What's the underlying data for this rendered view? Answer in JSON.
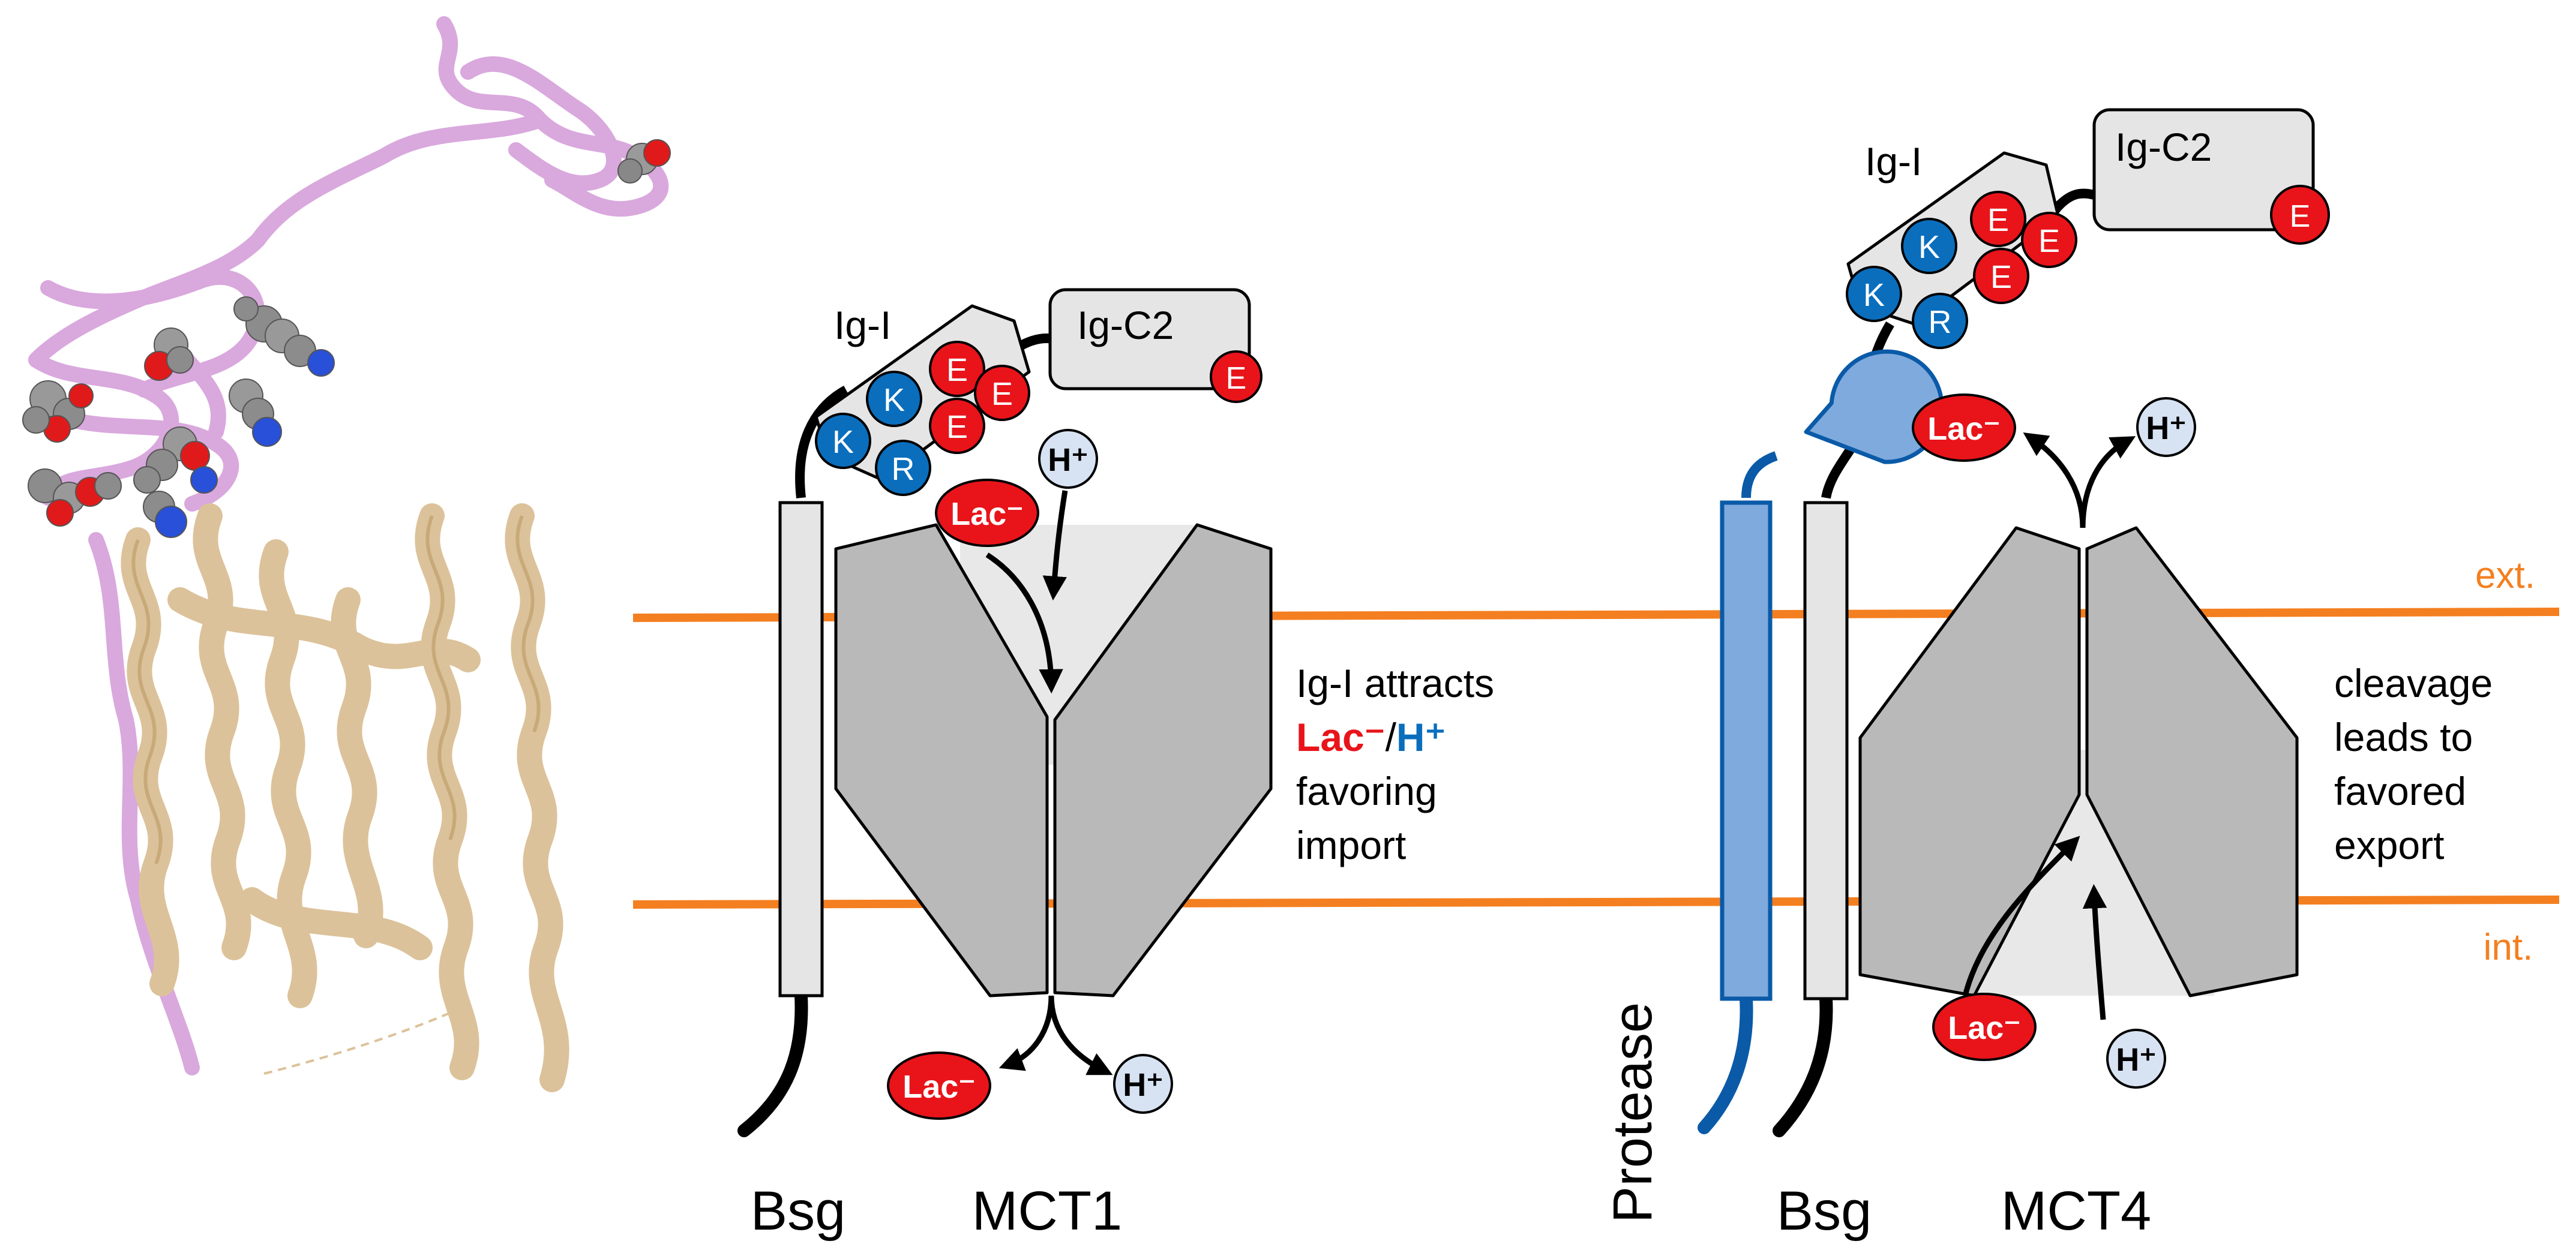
{
  "colors": {
    "membrane": "#f47f20",
    "lac_red": "#e8141a",
    "blue_res": "#0a6ebd",
    "proton_fill": "#d7e3f3",
    "transporter_grey": "#b9b9b9",
    "pore_grey": "#e8e8e8",
    "protease_blue": "#7faadd",
    "protein_pink": "#d9a8dd",
    "protein_tan": "#dcc29a"
  },
  "membrane": {
    "ext_label": "ext.",
    "int_label": "int."
  },
  "mct1_panel": {
    "bsg_label": "Bsg",
    "mct_label": "MCT1",
    "igi_label": "Ig-I",
    "igc2_label": "Ig-C2",
    "residues": {
      "k1": "K",
      "k2": "K",
      "r": "R",
      "e1": "E",
      "e2": "E",
      "e3": "E",
      "e_c2": "E"
    },
    "lac_top": "Lac⁻",
    "lac_bottom": "Lac⁻",
    "h_top": "H⁺",
    "h_bottom": "H⁺",
    "annotation": {
      "line1": "Ig-I attracts",
      "lac": "Lac⁻",
      "slash": "/",
      "h": "H⁺",
      "line3": "favoring",
      "line4": "import"
    }
  },
  "mct4_panel": {
    "protease_label": "Protease",
    "bsg_label": "Bsg",
    "mct_label": "MCT4",
    "igi_label": "Ig-I",
    "igc2_label": "Ig-C2",
    "residues": {
      "k1": "K",
      "k2": "K",
      "r": "R",
      "e1": "E",
      "e2": "E",
      "e3": "E",
      "e_c2": "E"
    },
    "lac_top": "Lac⁻",
    "lac_bottom": "Lac⁻",
    "h_top": "H⁺",
    "h_bottom": "H⁺",
    "annotation": {
      "line1": "cleavage",
      "line2": "leads to",
      "line3": "favored",
      "line4": "export"
    }
  },
  "structure_panel": {
    "ig_domain_color": "pink",
    "transporter_color": "tan",
    "atom_colors": [
      "grey",
      "red",
      "blue"
    ]
  }
}
